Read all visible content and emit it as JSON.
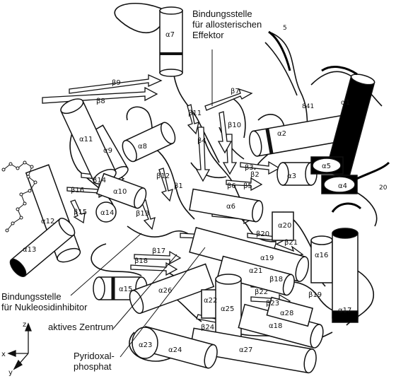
{
  "annotations": {
    "allosteric_site": [
      "Bindungsstelle",
      "für allosterischen",
      "Effektor"
    ],
    "nucleoside_site": [
      "Bindungsstelle",
      "für Nukleosidinhibitor"
    ],
    "active_center": "aktives Zentrum",
    "plp": [
      "Pyridoxal-",
      "phosphat"
    ]
  },
  "chain_markers": {
    "n_terminal": "5",
    "residue_841": "841",
    "residue_20": "20"
  },
  "axes": {
    "z": "z",
    "x": "x",
    "y": "y"
  },
  "helix_labels": [
    "α1",
    "α2",
    "α3",
    "α4",
    "α5",
    "α6",
    "α7",
    "α8",
    "α9",
    "α10",
    "α11",
    "α12",
    "α13",
    "α14",
    "α15",
    "α16",
    "α17",
    "α18",
    "α19",
    "α20",
    "α21",
    "α22",
    "α23",
    "α24",
    "α25",
    "α26",
    "α27",
    "α28"
  ],
  "strand_labels": [
    "β1",
    "β2",
    "β3",
    "β4",
    "β5",
    "β6",
    "β7",
    "β8",
    "β9",
    "β10",
    "β11",
    "β12",
    "β13",
    "β14",
    "β15",
    "β16",
    "β17",
    "β18",
    "β19",
    "β20",
    "β21",
    "β22",
    "β23",
    "β24"
  ],
  "colors": {
    "ink": "#111111",
    "fill": "#ffffff",
    "highlight": "#000000"
  }
}
